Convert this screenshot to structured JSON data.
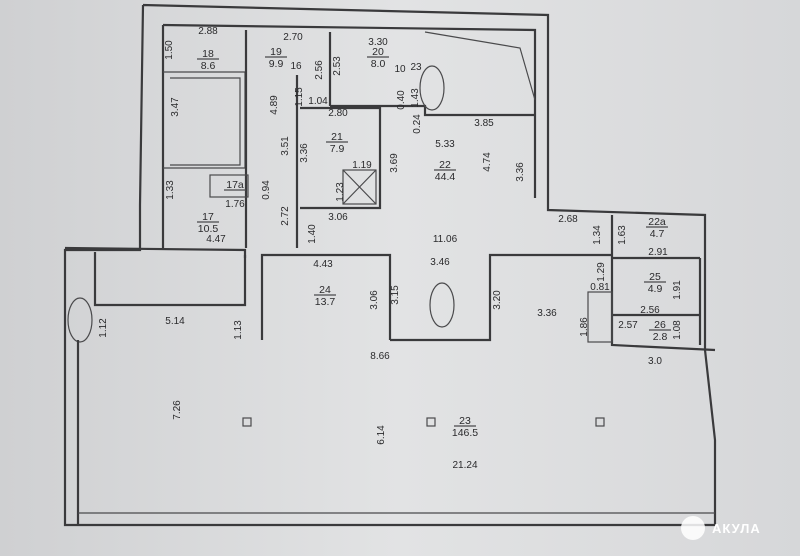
{
  "rooms": [
    {
      "number": "18",
      "area": "8.6"
    },
    {
      "number": "19",
      "area": "9.9"
    },
    {
      "number": "20",
      "area": "8.0"
    },
    {
      "number": "21",
      "area": "7.9"
    },
    {
      "number": "22",
      "area": "44.4"
    },
    {
      "number": "17a",
      "area": ""
    },
    {
      "number": "17",
      "area": "10.5"
    },
    {
      "number": "22a",
      "area": "4.7"
    },
    {
      "number": "25",
      "area": "4.9"
    },
    {
      "number": "26",
      "area": "2.8"
    },
    {
      "number": "24",
      "area": "13.7"
    },
    {
      "number": "23",
      "area": "146.5"
    }
  ],
  "dimensions_horizontal": [
    "2.88",
    "2.70",
    "3.30",
    "1.04",
    "2.80",
    "3.85",
    "5.33",
    "1.19",
    "1.76",
    "3.06",
    "11.06",
    "4.47",
    "4.43",
    "3.46",
    "2.68",
    "2.91",
    "2.56",
    "2.57",
    "3.36",
    "5.14",
    "8.66",
    "3.0",
    "21.24",
    "0.81",
    "16",
    "10",
    "23"
  ],
  "dimensions_vertical": [
    "1.50",
    "2.56",
    "2.53",
    "1.15",
    "4.89",
    "3.47",
    "0.40",
    "1.43",
    "0.24",
    "3.51",
    "3.36",
    "3.69",
    "4.74",
    "3.36",
    "1.23",
    "0.94",
    "1.33",
    "2.72",
    "1.40",
    "1.34",
    "1.63",
    "1.29",
    "1.91",
    "1.86",
    "1.08",
    "3.06",
    "3.15",
    "3.20",
    "1.12",
    "1.13",
    "7.26",
    "6.14"
  ],
  "watermark": "АКУЛА"
}
